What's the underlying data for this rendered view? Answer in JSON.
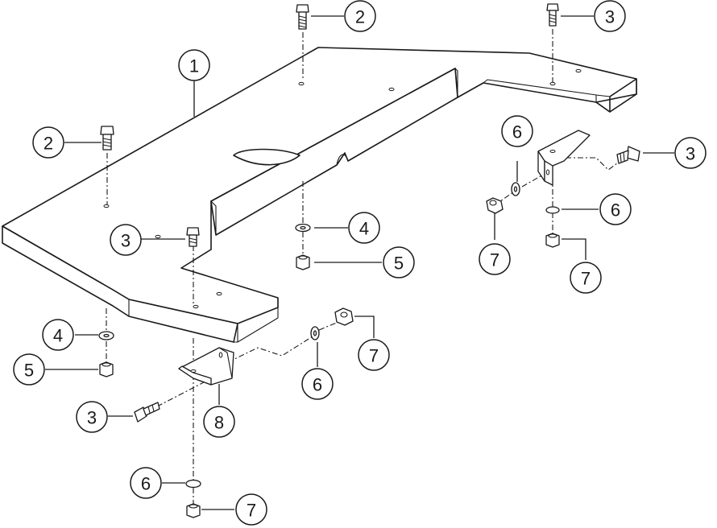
{
  "diagram": {
    "callouts": [
      {
        "id": "c-1-top",
        "label": "1",
        "part": "plate"
      },
      {
        "id": "c-2-top",
        "label": "2",
        "part": "bolt"
      },
      {
        "id": "c-2-left",
        "label": "2",
        "part": "bolt"
      },
      {
        "id": "c-3-top-right",
        "label": "3",
        "part": "bolt"
      },
      {
        "id": "c-3-right",
        "label": "3",
        "part": "bolt"
      },
      {
        "id": "c-3-mid",
        "label": "3",
        "part": "bolt"
      },
      {
        "id": "c-3-bottom",
        "label": "3",
        "part": "bolt"
      },
      {
        "id": "c-4-mid",
        "label": "4",
        "part": "washer"
      },
      {
        "id": "c-4-left",
        "label": "4",
        "part": "washer"
      },
      {
        "id": "c-5-mid",
        "label": "5",
        "part": "nut"
      },
      {
        "id": "c-5-left",
        "label": "5",
        "part": "nut"
      },
      {
        "id": "c-6-right-top",
        "label": "6",
        "part": "washer"
      },
      {
        "id": "c-6-right",
        "label": "6",
        "part": "washer"
      },
      {
        "id": "c-6-mid",
        "label": "6",
        "part": "washer"
      },
      {
        "id": "c-6-bottom",
        "label": "6",
        "part": "washer"
      },
      {
        "id": "c-7-right-left",
        "label": "7",
        "part": "nut"
      },
      {
        "id": "c-7-right",
        "label": "7",
        "part": "nut"
      },
      {
        "id": "c-7-mid",
        "label": "7",
        "part": "nut"
      },
      {
        "id": "c-7-bottom",
        "label": "7",
        "part": "nut"
      },
      {
        "id": "c-8",
        "label": "8",
        "part": "bracket"
      }
    ]
  }
}
